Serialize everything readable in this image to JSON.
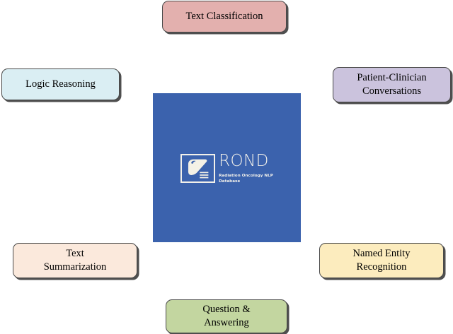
{
  "diagram": {
    "type": "hub-and-spoke",
    "background_color": "#ffffff",
    "center": {
      "panel_color": "#3b62ad",
      "logo": {
        "mark_name": "liver-document-icon",
        "mark_color": "#f2f0ea",
        "title": "ROND",
        "subtitle": "Radiation Oncology NLP\nDatabase"
      }
    },
    "tasks": [
      {
        "id": "text-classification",
        "label": "Text Classification",
        "fill": "#e3b0ae",
        "position": "top-center"
      },
      {
        "id": "logic-reasoning",
        "label": "Logic Reasoning",
        "fill": "#daeef3",
        "position": "left-upper"
      },
      {
        "id": "patient-clinician-conversations",
        "label": "Patient-Clinician\nConversations",
        "fill": "#cbc3dd",
        "position": "right-upper"
      },
      {
        "id": "text-summarization",
        "label": "Text\nSummarization",
        "fill": "#fbe9dc",
        "position": "left-lower"
      },
      {
        "id": "named-entity-recognition",
        "label": "Named Entity\nRecognition",
        "fill": "#fcecbe",
        "position": "right-lower"
      },
      {
        "id": "question-answering",
        "label": "Question &\nAnswering",
        "fill": "#c3d6a0",
        "position": "bottom-center"
      }
    ]
  }
}
